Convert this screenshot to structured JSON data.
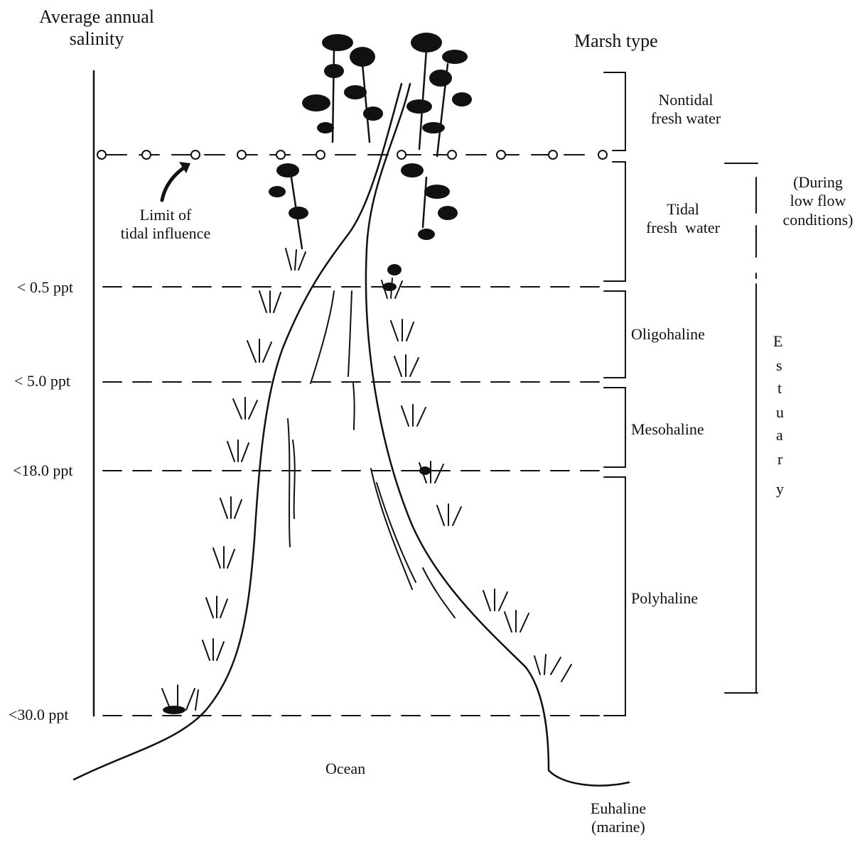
{
  "left_header": {
    "line1": "Average annual",
    "line2": "salinity"
  },
  "right_header": "Marsh type",
  "salinity_levels": [
    "< 0.5 ppt",
    "< 5.0 ppt",
    "<18.0 ppt",
    "<30.0 ppt"
  ],
  "tidal_limit_label": {
    "line1": "Limit of",
    "line2": "tidal influence"
  },
  "marsh_types": {
    "nontidal": {
      "line1": "Nontidal",
      "line2": "fresh water"
    },
    "tidal": {
      "line1": "Tidal",
      "line2": "fresh  water"
    },
    "oligohaline": "Oligohaline",
    "mesohaline": "Mesohaline",
    "polyhaline": "Polyhaline"
  },
  "low_flow_note": {
    "line1": "(During",
    "line2": "low flow",
    "line3": "conditions)"
  },
  "estuary_letters": [
    "E",
    "s",
    "t",
    "u",
    "a",
    "r",
    "y"
  ],
  "ocean_label": "Ocean",
  "euhaline_label": {
    "line1": "Euhaline",
    "line2": "(marine)"
  }
}
